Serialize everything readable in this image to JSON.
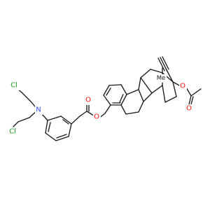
{
  "diagram": {
    "type": "skeletal-structure",
    "colors": {
      "bond": "#1a1a1a",
      "oxygen": "#ff0d0d",
      "nitrogen": "#3050f8",
      "chlorine": "#1fa01f",
      "carbon": "#1a1a1a"
    },
    "atom_labels": {
      "cl_top": "Cl",
      "cl_bottom": "Cl",
      "nitrogen": "N",
      "ester_carbonyl_o": "O",
      "ester_link_o": "O",
      "acetate_link_o": "O",
      "acetate_carbonyl_o": "O",
      "methyl": "Me"
    }
  }
}
